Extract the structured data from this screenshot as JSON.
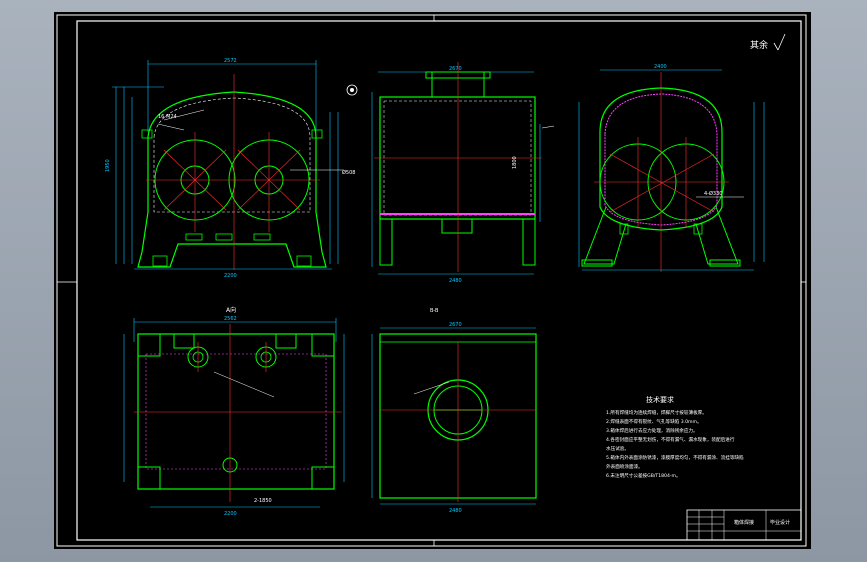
{
  "drawing": {
    "colors": {
      "background": "#000000",
      "frame": "#ffffff",
      "outline": "#00ff00",
      "dimension": "#00c8ff",
      "center_line": "#ff3030",
      "hidden": "#ff40ff",
      "text": "#ffffff"
    },
    "labels": {
      "corner_mark": "其余",
      "plan_view": "A向",
      "section": "B-B",
      "tech_title": "技术要求"
    },
    "tech_requirements": [
      "1.所有焊缝均为连续焊缝，焊脚尺寸按较薄板厚。",
      "2.焊缝表面不得有裂纹、气孔等缺陷 3.0mm。",
      "3.箱体焊后进行去应力处理，消除残余应力。",
      "4.各密封面应平整无划伤，不得有漏气、漏水现象，装配后进行",
      "   水压试验。",
      "5.箱体内外表面涂防锈漆，漆膜厚度均匀，不得有漏涂、流挂等缺陷",
      "   外表面喷涂面漆。",
      "6.未注明尺寸公差按GB/T1804-m。"
    ],
    "title_block": {
      "name": "箱体焊接",
      "drawing_no": "毕业设计"
    },
    "dims": {
      "front_width": "2572",
      "front_base": "2200",
      "side_width": "2670",
      "side_base": "2480",
      "right_width": "2400",
      "plan_width": "2562",
      "plan_base": "2200",
      "plan_bottom": "2-1850",
      "bottom_width": "2670",
      "bottom_base": "2480",
      "hole_note": "4-Ø330",
      "flange_note": "Ø508",
      "rib_note": "16-M24",
      "height_front": "1950",
      "height_side": "1800"
    }
  }
}
